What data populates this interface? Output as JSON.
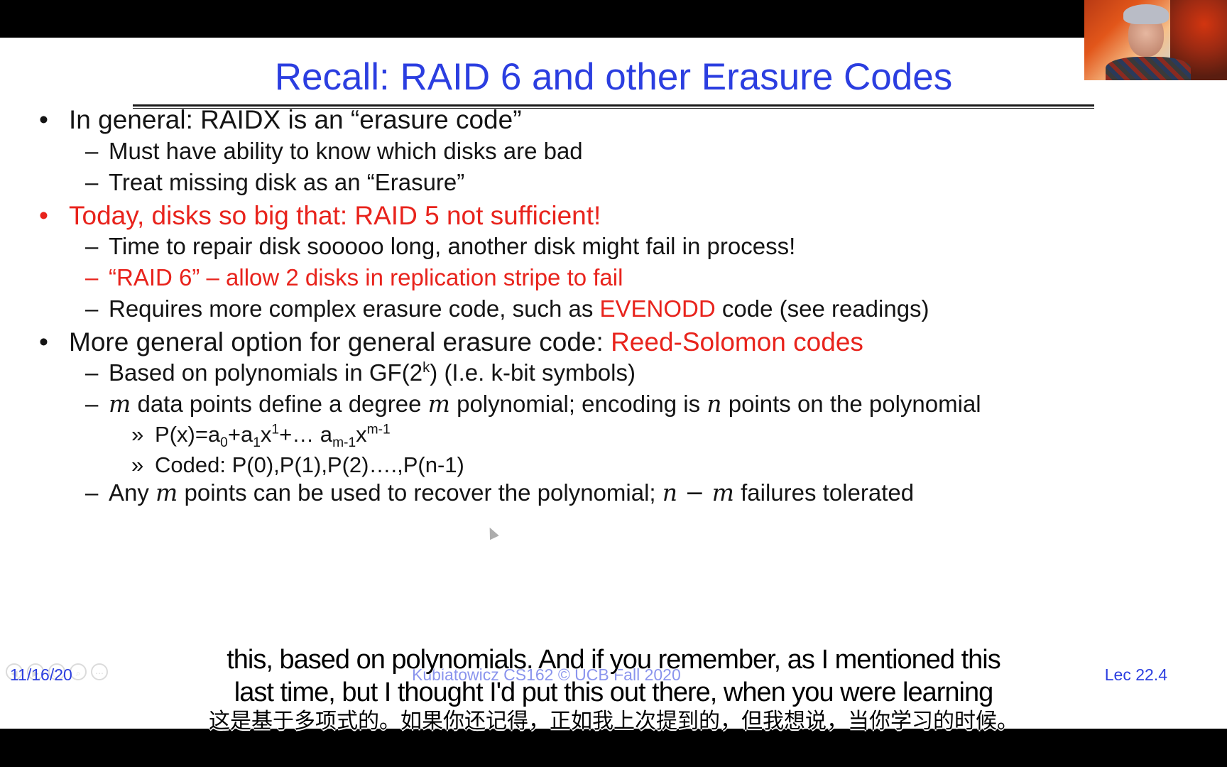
{
  "slide": {
    "title": "Recall: RAID 6 and other Erasure Codes",
    "bullet_glyph": "•",
    "dash_glyph": "–",
    "sub_glyph": "»",
    "lines": {
      "b1": "In general: RAIDX is an “erasure code”",
      "b1_s1": "Must have ability to know which disks are bad",
      "b1_s2": "Treat missing disk as an “Erasure”",
      "b2": "Today, disks so big that: RAID 5 not sufficient!",
      "b2_s1": "Time to repair disk sooooo long, another disk might fail in process!",
      "b2_s2": "“RAID 6” – allow 2 disks in replication stripe to fail",
      "b2_s3_pre": "Requires more complex erasure code, such as ",
      "b2_s3_red": "EVENODD",
      "b2_s3_post": " code (see readings)",
      "b3_pre": "More general option for general erasure code: ",
      "b3_red": "Reed-Solomon codes",
      "b3_s1_pre": "Based on polynomials in GF(2",
      "b3_s1_sup": "k",
      "b3_s1_post": ") (I.e. k-bit symbols)",
      "b3_s2_m": "m",
      "b3_s2_a": " data points define a degree ",
      "b3_s2_m2": "m",
      "b3_s2_b": " polynomial; encoding is ",
      "b3_s2_n": "n",
      "b3_s2_c": " points on the polynomial",
      "b3_s2_i1_a": "P(x)=a",
      "b3_s2_i1_sub0": "0",
      "b3_s2_i1_b": "+a",
      "b3_s2_i1_sub1": "1",
      "b3_s2_i1_c": "x",
      "b3_s2_i1_sup1": "1",
      "b3_s2_i1_d": "+… a",
      "b3_s2_i1_subm": "m-1",
      "b3_s2_i1_e": "x",
      "b3_s2_i1_supm": "m-1",
      "b3_s2_i2": "Coded: P(0),P(1),P(2)….,P(n-1)",
      "b3_s3_a": "Any ",
      "b3_s3_m": "m",
      "b3_s3_b": " points can be used to recover the polynomial; ",
      "b3_s3_nm": "n − m",
      "b3_s3_c": " failures tolerated"
    },
    "footer": {
      "date": "11/16/20",
      "center": "Kubiatowicz CS162 © UCB Fall 2020",
      "lecture": "Lec 22.4"
    }
  },
  "captions": {
    "en_line1": "this, based on polynomials. And if you remember, as I mentioned this",
    "en_line2": "last time, but I thought I'd put this out there, when you were learning",
    "zh_line": "这是基于多项式的。如果你还记得，正如我上次提到的，但我想说，当你学习的时候。"
  },
  "colors": {
    "title_blue": "#2b3ee0",
    "highlight_red": "#e8231c",
    "text": "#141414"
  }
}
